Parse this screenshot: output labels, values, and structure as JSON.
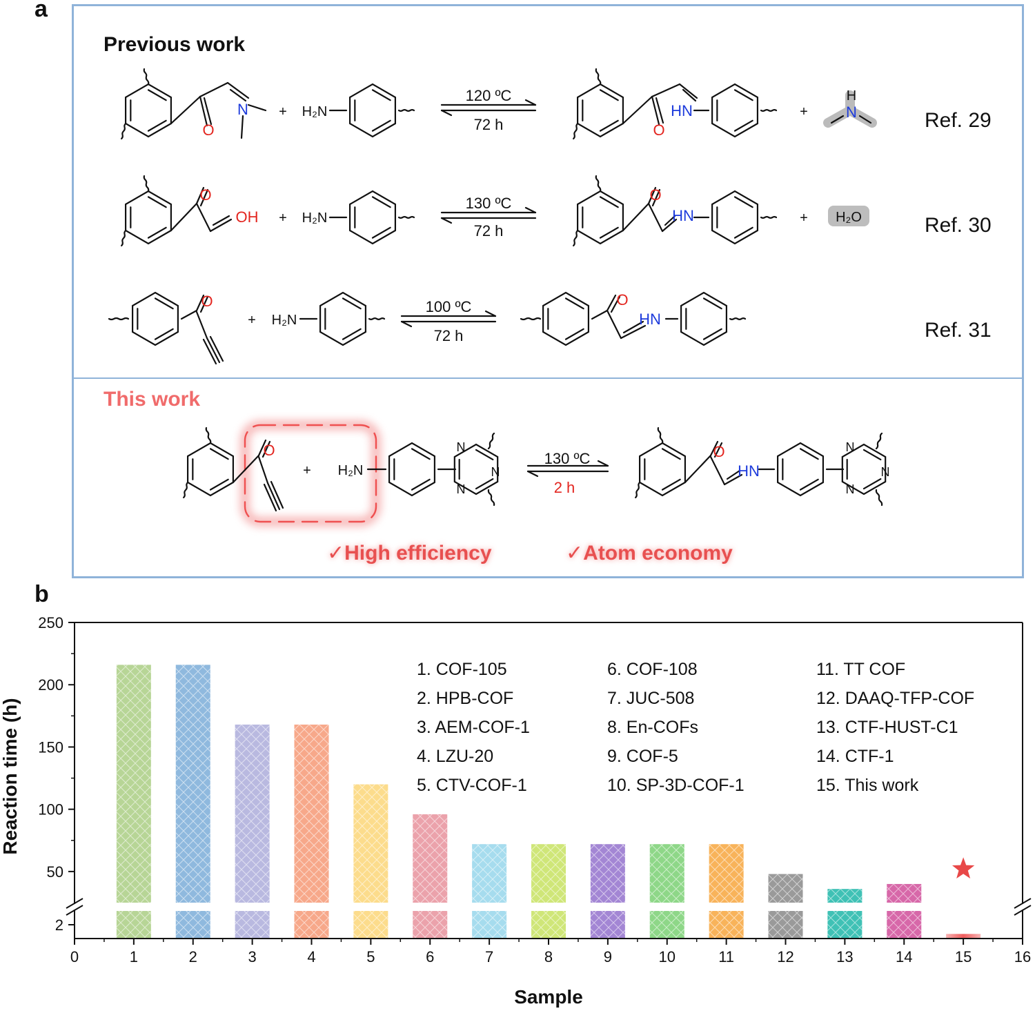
{
  "panel_a": {
    "letter": "a",
    "previous_title": "Previous work",
    "this_title": "This work",
    "row1": {
      "condition_top": "120 ºC",
      "condition_bottom": "72 h",
      "ref": "Ref. 29"
    },
    "row2": {
      "condition_top": "130 ºC",
      "condition_bottom": "72 h",
      "ref": "Ref. 30"
    },
    "row3": {
      "condition_top": "100 ºC",
      "condition_bottom": "72 h",
      "ref": "Ref. 31"
    },
    "row4": {
      "condition_top": "130 ºC",
      "condition_bottom": "2 h"
    },
    "benefit1": "✓High efficiency",
    "benefit2": "✓Atom economy",
    "labels": {
      "amine": "H₂N",
      "nh": "HN",
      "n": "N",
      "o": "O",
      "oh": "OH",
      "h": "H",
      "water": "H₂O",
      "plus": "+"
    }
  },
  "panel_b": {
    "letter": "b"
  },
  "chart_data": {
    "type": "bar",
    "xlabel": "Sample",
    "ylabel": "Reaction time (h)",
    "xlim": [
      0,
      16
    ],
    "x_ticks": [
      0,
      1,
      2,
      3,
      4,
      5,
      6,
      7,
      8,
      9,
      10,
      11,
      12,
      13,
      14,
      15,
      16
    ],
    "y_ticks_upper": [
      50,
      100,
      150,
      200,
      250
    ],
    "y_tick_lower": 2,
    "y_break": true,
    "x": [
      1,
      2,
      3,
      4,
      5,
      6,
      7,
      8,
      9,
      10,
      11,
      12,
      13,
      14,
      15
    ],
    "values": [
      216,
      216,
      168,
      168,
      120,
      96,
      72,
      72,
      72,
      72,
      72,
      48,
      36,
      40,
      2
    ],
    "colors": [
      "#b7d596",
      "#8fb9de",
      "#b9b9e0",
      "#f7a88a",
      "#fcdc8c",
      "#eba2ab",
      "#a6dcee",
      "#cfe678",
      "#a386d4",
      "#8ed788",
      "#f8b35a",
      "#9a9a9a",
      "#3fc1b5",
      "#d768a9",
      "#ef6c6c"
    ],
    "legend": [
      "1. COF-105",
      "2. HPB-COF",
      "3. AEM-COF-1",
      "4. LZU-20",
      "5. CTV-COF-1",
      "6. COF-108",
      "7. JUC-508",
      "8. En-COFs",
      "9. COF-5",
      "10. SP-3D-COF-1",
      "11. TT COF",
      "12. DAAQ-TFP-COF",
      "13. CTF-HUST-C1",
      "14. CTF-1",
      "15. This work"
    ],
    "star_marker": {
      "x": 15,
      "color": "#e84848"
    },
    "legend_placement": "top-right",
    "grid": false
  }
}
